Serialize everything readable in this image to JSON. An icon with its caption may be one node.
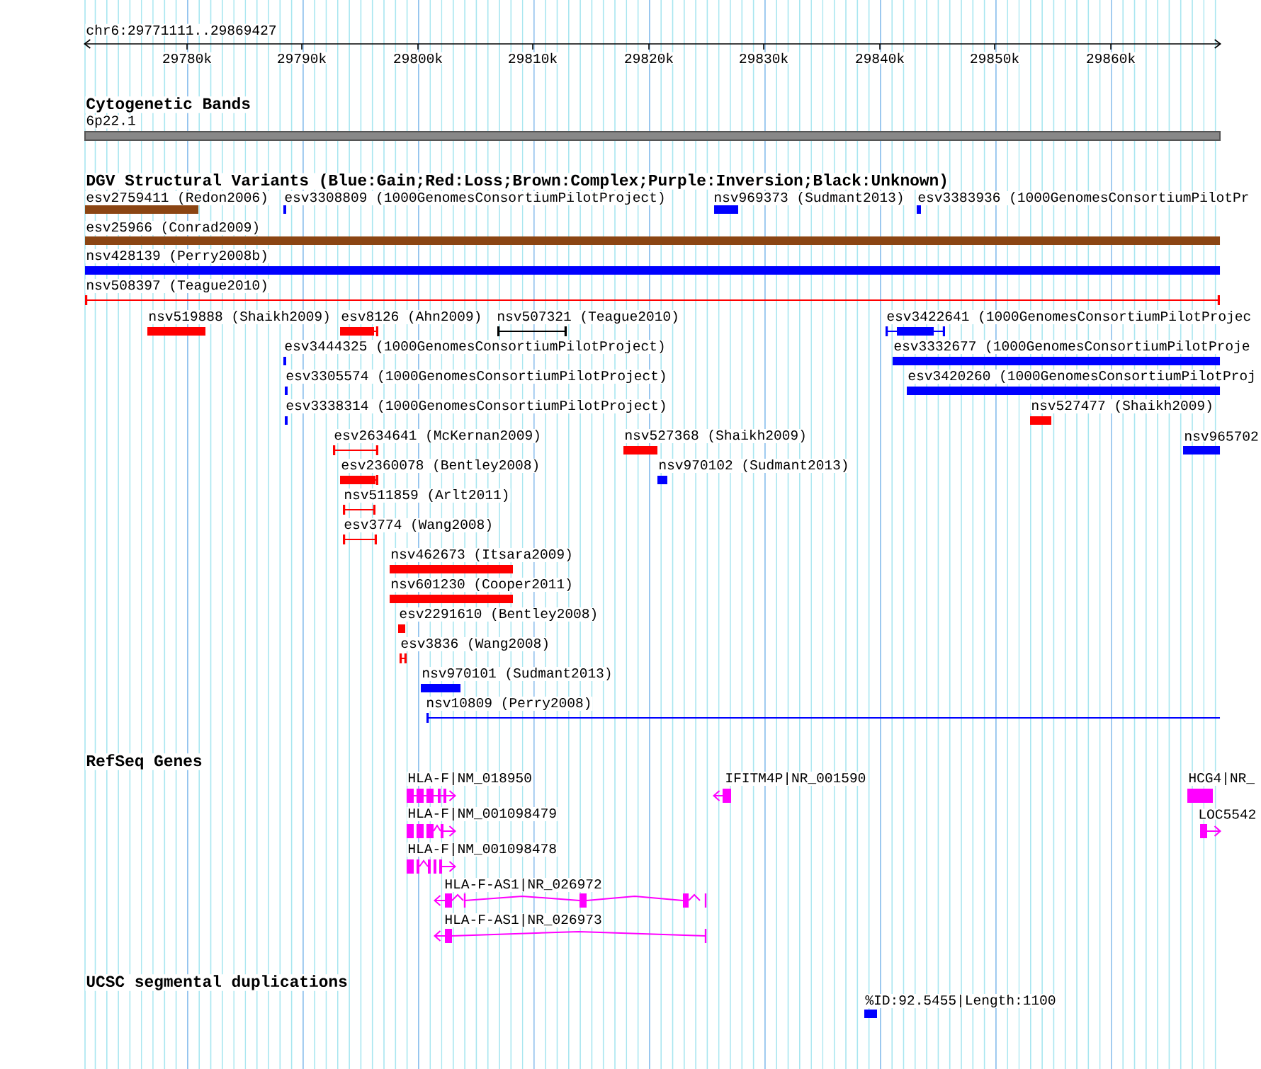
{
  "diagram": {
    "title": "chr6:29771111..29869427",
    "labels": [
      "29780k",
      "29790k",
      "29800k",
      "29810k",
      "29820k",
      "29830k",
      "29840k",
      "29850k",
      "29860k",
      "Cytogenetic Bands",
      "6p22.1",
      "DGV Structural Variants (Blue:Gain;Red:Loss;Brown:Complex;Purple:Inversion;Black:Unknown)",
      "esv2759411 (Redon2006)",
      "esv3308809 (1000GenomesConsortiumPilotProject)",
      "nsv969373 (Sudmant2013)",
      "esv3383936 (1000GenomesConsortiumPilotPr",
      "esv25966 (Conrad2009)",
      "nsv428139 (Perry2008b)",
      "nsv508397 (Teague2010)",
      "nsv519888 (Shaikh2009)",
      "esv8126 (Ahn2009)",
      "nsv507321 (Teague2010)",
      "esv3422641 (1000GenomesConsortiumPilotProjec",
      "esv3444325 (1000GenomesConsortiumPilotProject)",
      "esv3332677 (1000GenomesConsortiumPilotProje",
      "esv3305574 (1000GenomesConsortiumPilotProject)",
      "esv3420260 (1000GenomesConsortiumPilotProj",
      "esv3338314 (1000GenomesConsortiumPilotProject)",
      "nsv527477 (Shaikh2009)",
      "esv2634641 (McKernan2009)",
      "nsv527368 (Shaikh2009)",
      "nsv965702",
      "esv2360078 (Bentley2008)",
      "nsv970102 (Sudmant2013)",
      "nsv511859 (Arlt2011)",
      "esv3774 (Wang2008)",
      "nsv462673 (Itsara2009)",
      "nsv601230 (Cooper2011)",
      "esv2291610 (Bentley2008)",
      "esv3836 (Wang2008)",
      "nsv970101 (Sudmant2013)",
      "nsv10809 (Perry2008)",
      "RefSeq Genes",
      "HLA-F|NM_018950",
      "IFITM4P|NR_001590",
      "HCG4|NR_",
      "HLA-F|NM_001098479",
      "LOC5542",
      "HLA-F|NM_001098478",
      "HLA-F-AS1|NR_026972",
      "HLA-F-AS1|NR_026973",
      "UCSC segmental duplications",
      "%ID:92.5455|Length:1100"
    ]
  }
}
